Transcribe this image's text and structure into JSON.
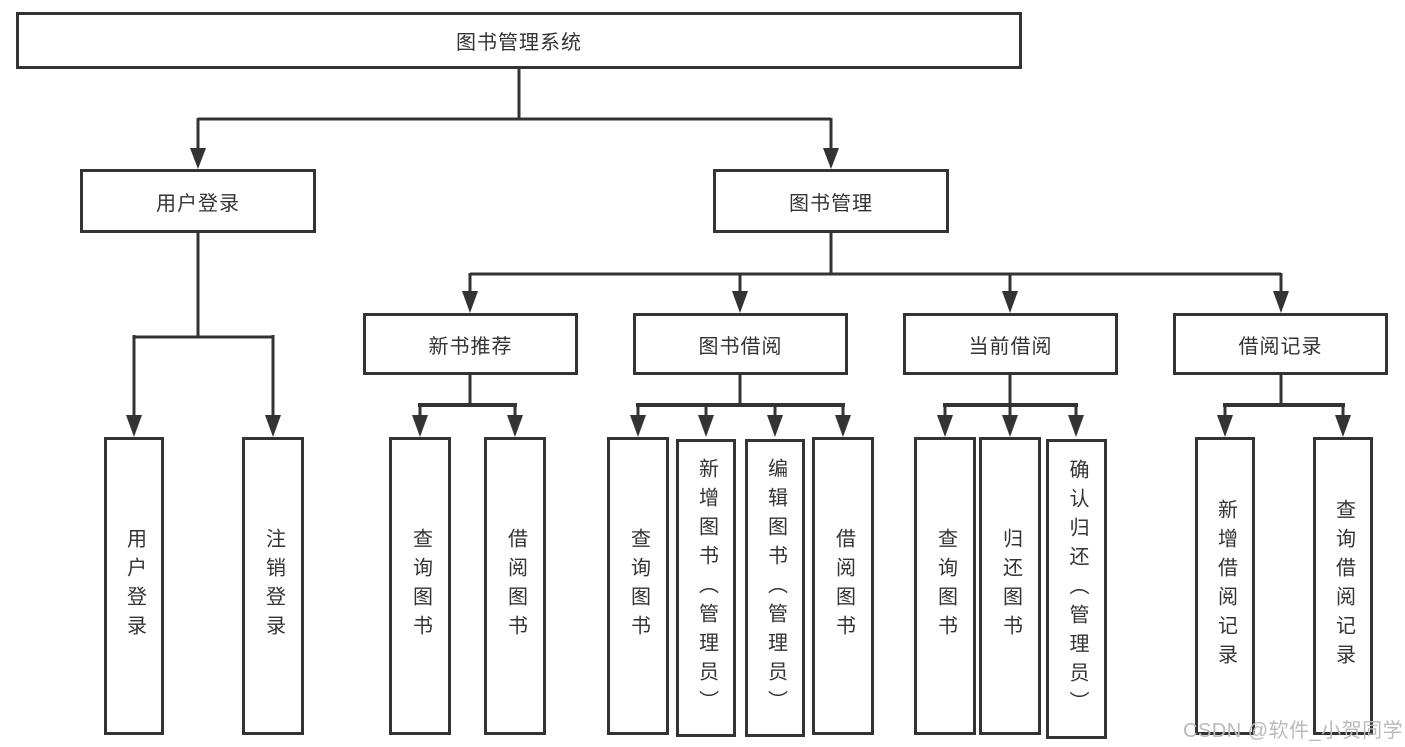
{
  "watermark": {
    "text": "CSDN @软件_小贺同学",
    "color": "#b9babc"
  },
  "colors": {
    "line": "#333333",
    "box_border": "#333333",
    "text": "#333333",
    "background": "#ffffff"
  },
  "tree": {
    "root": "图书管理系统",
    "children": [
      {
        "label": "用户登录",
        "children": [
          "用户登录",
          "注销登录"
        ]
      },
      {
        "label": "图书管理",
        "children": [
          {
            "label": "新书推荐",
            "children": [
              "查询图书",
              "借阅图书"
            ]
          },
          {
            "label": "图书借阅",
            "children": [
              "查询图书",
              "新增图书（管理员）",
              "编辑图书（管理员）",
              "借阅图书"
            ]
          },
          {
            "label": "当前借阅",
            "children": [
              "查询图书",
              "归还图书",
              "确认归还（管理员）"
            ]
          },
          {
            "label": "借阅记录",
            "children": [
              "新增借阅记录",
              "查询借阅记录"
            ]
          }
        ]
      }
    ]
  }
}
